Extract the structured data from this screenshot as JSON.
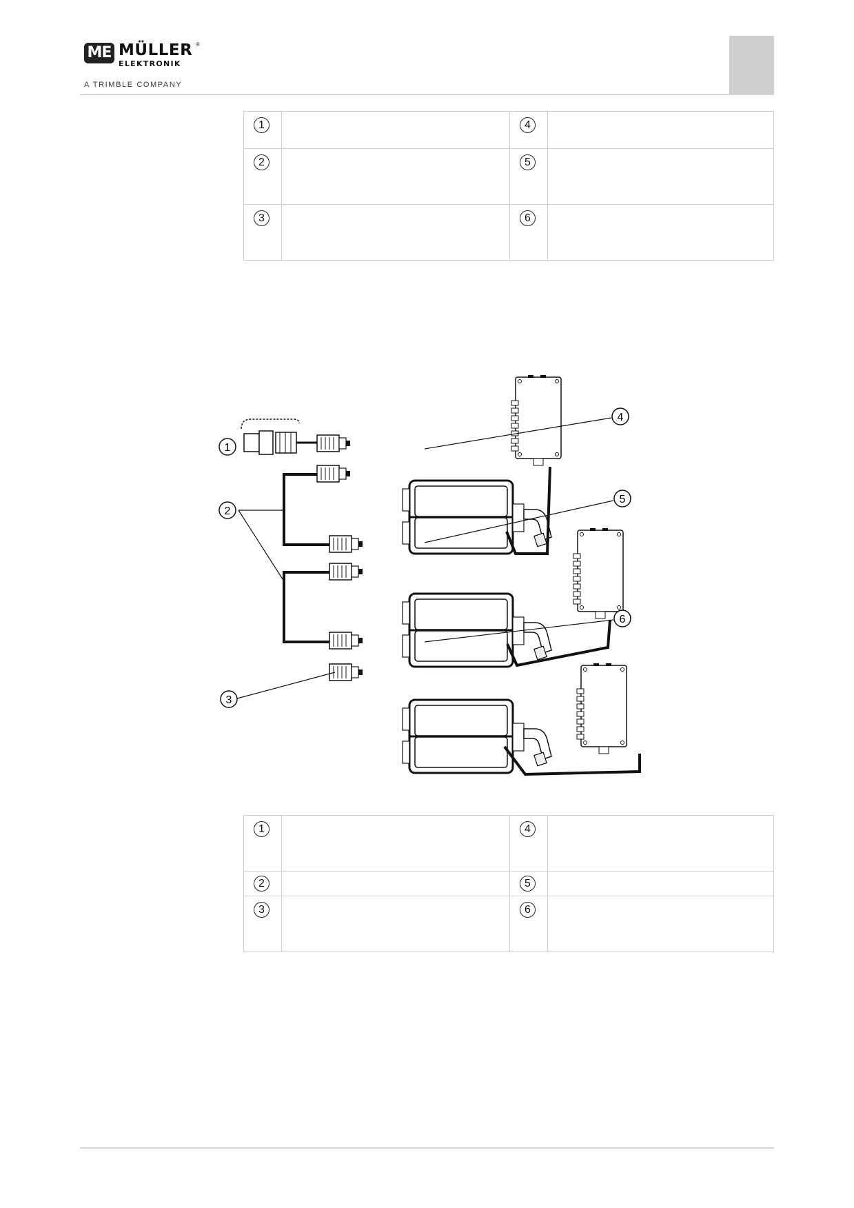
{
  "header": {
    "logo_badge": "ME",
    "logo_brand": "MÜLLER",
    "logo_registered": "®",
    "logo_sub": "ELEKTRONIK",
    "logo_tagline": "A TRIMBLE COMPANY"
  },
  "legend_top": {
    "rows": [
      {
        "left_num": "1",
        "left_text": "",
        "right_num": "4",
        "right_text": ""
      },
      {
        "left_num": "2",
        "left_text": "",
        "right_num": "5",
        "right_text": ""
      },
      {
        "left_num": "3",
        "left_text": "",
        "right_num": "6",
        "right_text": ""
      }
    ]
  },
  "diagram": {
    "callouts": [
      "1",
      "2",
      "3",
      "4",
      "5",
      "6"
    ]
  },
  "legend_bottom": {
    "rows": [
      {
        "left_num": "1",
        "left_text": "",
        "right_num": "4",
        "right_text": ""
      },
      {
        "left_num": "2",
        "left_text": "",
        "right_num": "5",
        "right_text": ""
      },
      {
        "left_num": "3",
        "left_text": "",
        "right_num": "6",
        "right_text": ""
      }
    ]
  },
  "colors": {
    "rule": "#d4d4d4",
    "tab": "#cfcfcf",
    "line": "#111111"
  }
}
